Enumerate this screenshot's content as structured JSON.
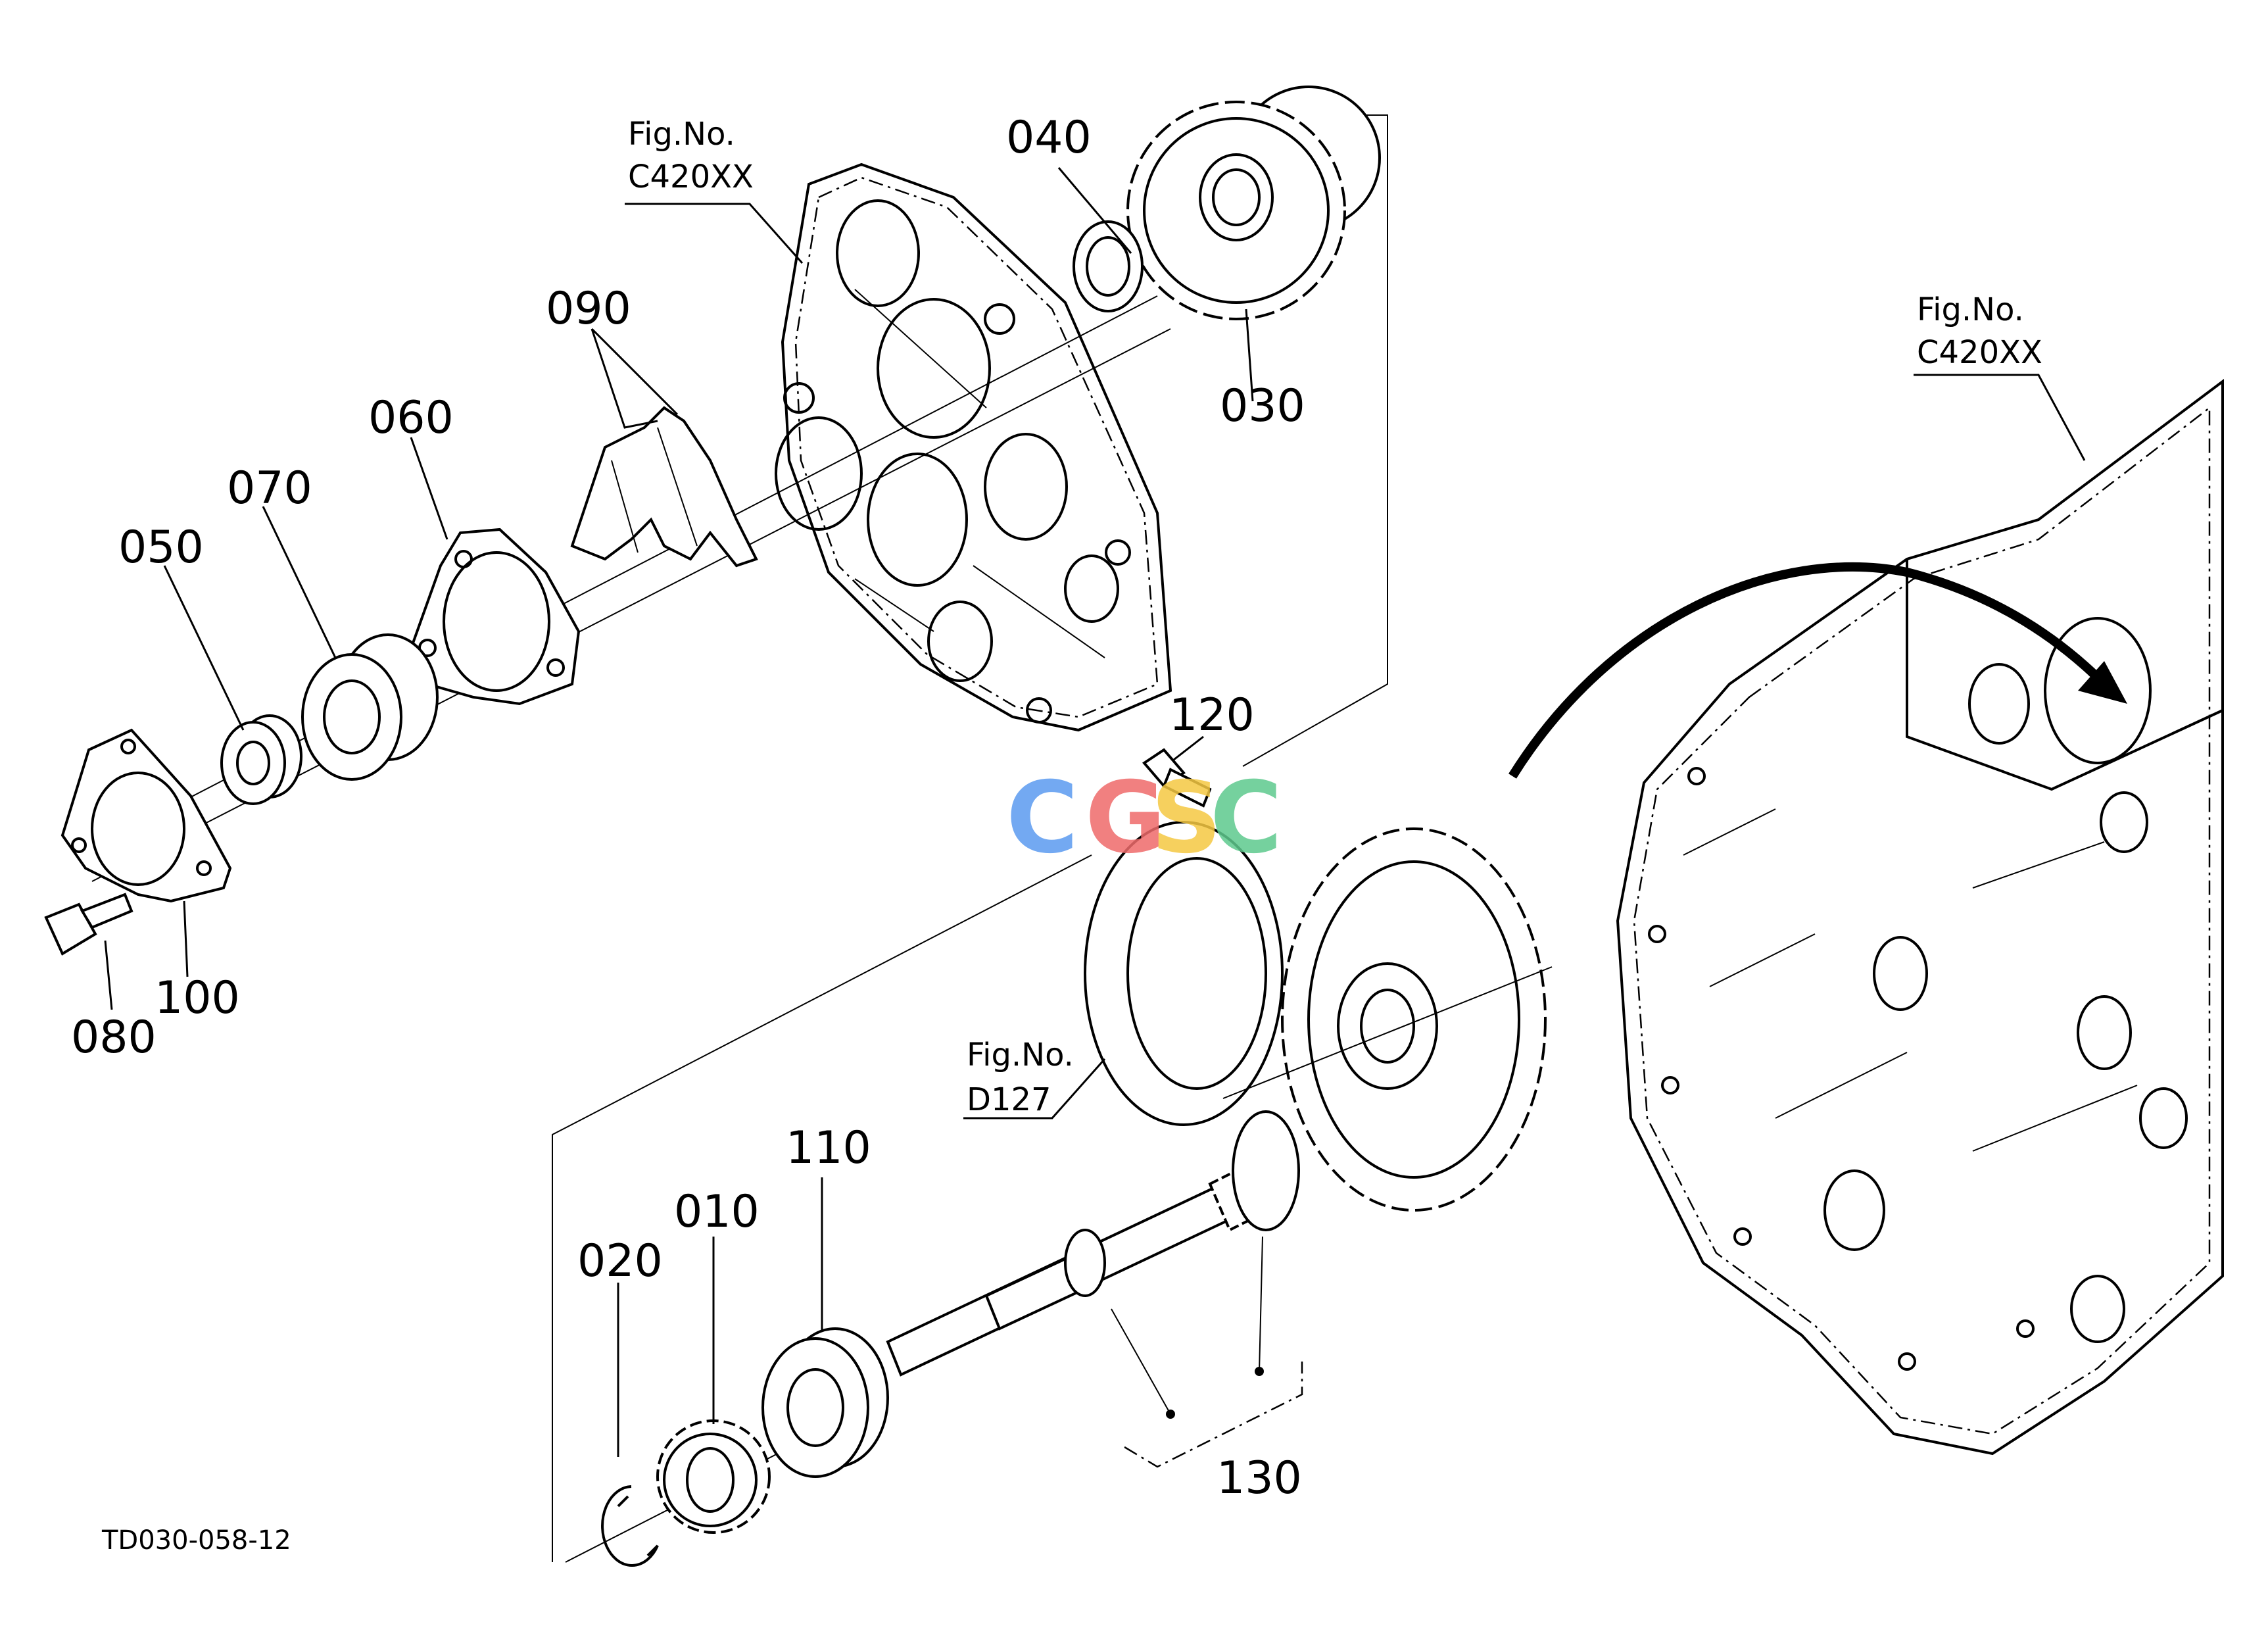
{
  "parts": [
    {
      "id": "010"
    },
    {
      "id": "020"
    },
    {
      "id": "030"
    },
    {
      "id": "040"
    },
    {
      "id": "050"
    },
    {
      "id": "060"
    },
    {
      "id": "070"
    },
    {
      "id": "080"
    },
    {
      "id": "090"
    },
    {
      "id": "100"
    },
    {
      "id": "110"
    },
    {
      "id": "120"
    },
    {
      "id": "130"
    }
  ],
  "figure_refs": [
    {
      "line1": "Fig.No.",
      "line2": "C420XX"
    },
    {
      "line1": "Fig.No.",
      "line2": "C420XX"
    },
    {
      "line1": "Fig.No.",
      "line2": "D127"
    }
  ],
  "drawing_code": "TD030-058-12",
  "watermark": {
    "letters": [
      "C",
      "G",
      "S",
      "C"
    ],
    "colors": [
      "#5b9bf0",
      "#ef6b6b",
      "#f5c842",
      "#5ec98e"
    ]
  }
}
